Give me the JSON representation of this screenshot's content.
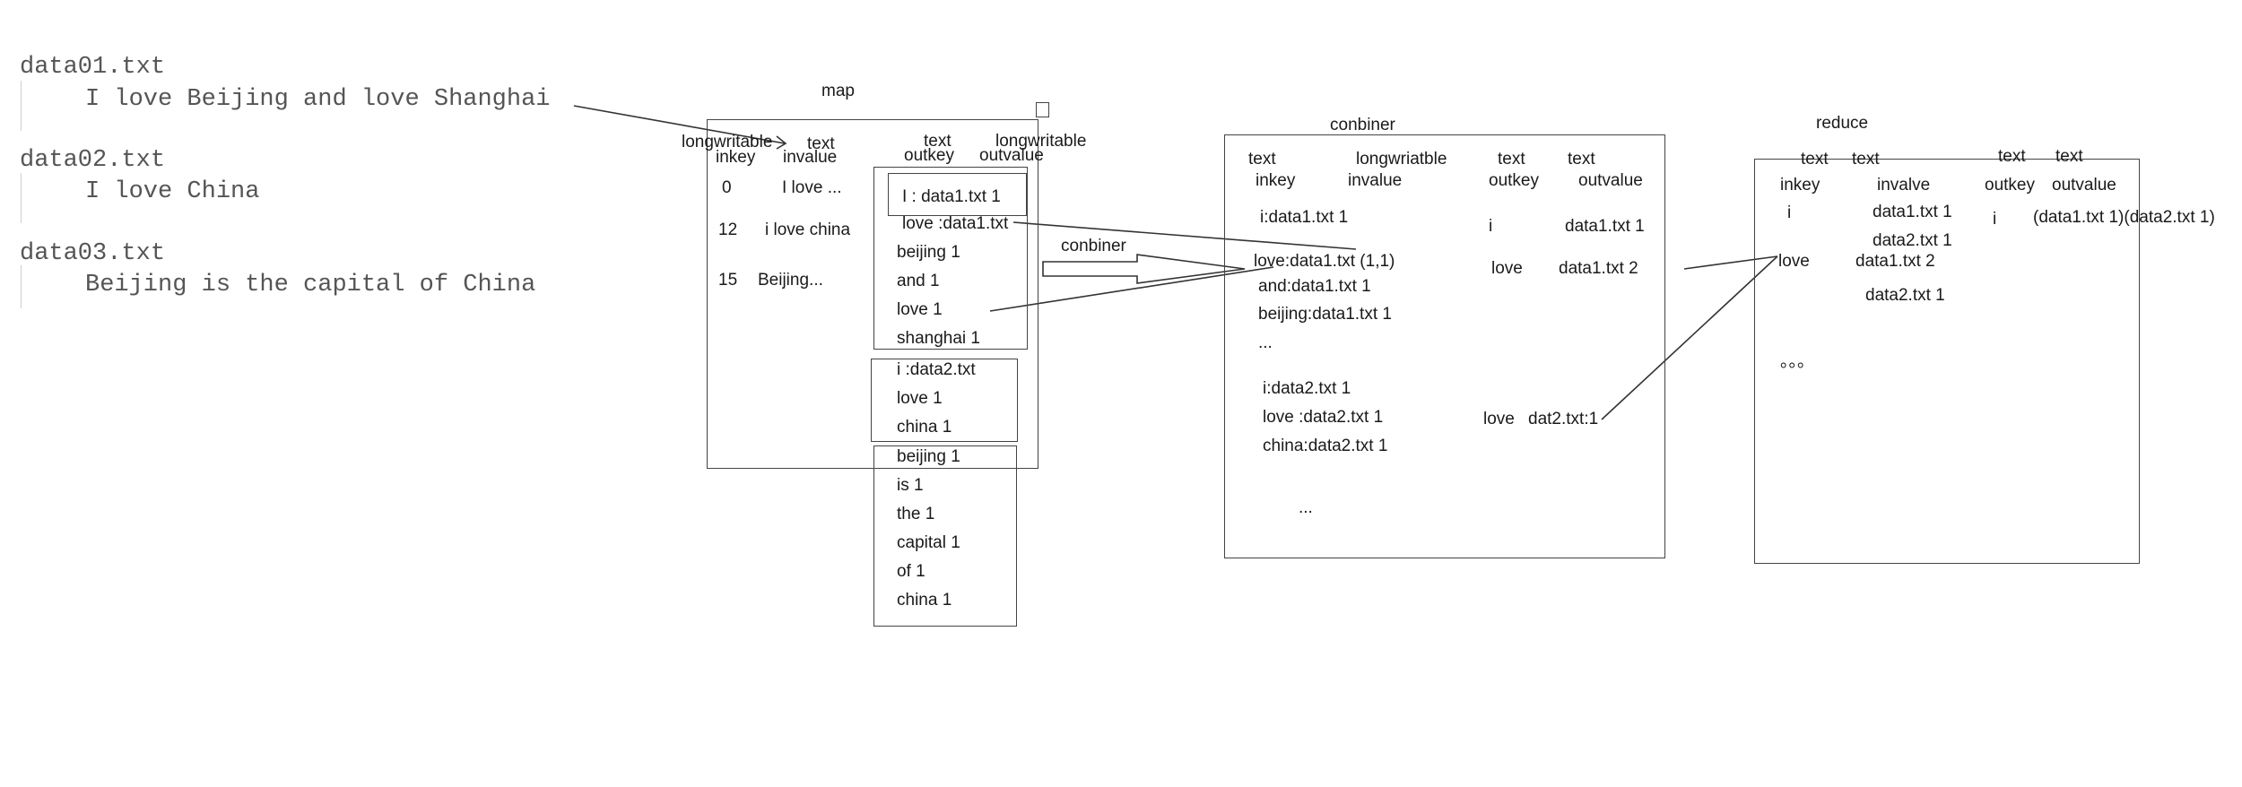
{
  "files": [
    {
      "name": "data01.txt",
      "content": "I love Beijing and love Shanghai"
    },
    {
      "name": "data02.txt",
      "content": "I love China"
    },
    {
      "name": "data03.txt",
      "content": "Beijing is the capital of China"
    }
  ],
  "map": {
    "title": "map",
    "header": {
      "t1": "longwritable",
      "t2": "text",
      "t3": "text",
      "t4": "longwritable",
      "inkey": "inkey",
      "invalue": "invalue",
      "outkey": "outkey",
      "outvalue": "outvalue"
    },
    "input_rows": [
      {
        "key": "0",
        "value": "I love ..."
      },
      {
        "key": "12",
        "value": "i love china"
      },
      {
        "key": "15",
        "value": "Beijing..."
      }
    ],
    "group1": [
      "I : data1.txt 1",
      "love :data1.txt",
      "beijing 1",
      "and 1",
      "love 1",
      "shanghai 1"
    ],
    "group2": [
      "i :data2.txt",
      "love 1",
      "china 1"
    ],
    "group3": [
      "beijing 1",
      "is 1",
      "the 1",
      "capital 1",
      "of 1",
      "china 1"
    ],
    "arrow_label": "conbiner"
  },
  "combiner": {
    "title": "conbiner",
    "header": {
      "t1": "text",
      "t2": "longwriatble",
      "t3": "text",
      "t4": "text",
      "inkey": "inkey",
      "invalue": "invalue",
      "outkey": "outkey",
      "outvalue": "outvalue"
    },
    "left": [
      "i:data1.txt 1",
      "love:data1.txt (1,1)",
      "and:data1.txt 1",
      "beijing:data1.txt 1",
      "...",
      "i:data2.txt 1",
      "love :data2.txt 1",
      "china:data2.txt 1",
      "..."
    ],
    "right": [
      {
        "key": "i",
        "value": "data1.txt 1"
      },
      {
        "key": "love",
        "value": "data1.txt 2"
      },
      {
        "key": "love",
        "value": "dat2.txt:1"
      }
    ]
  },
  "reduce": {
    "title": "reduce",
    "header": {
      "t1": "text",
      "t2": "text",
      "t3": "text",
      "t4": "text",
      "inkey": "inkey",
      "invalue": "invalve",
      "outkey": "outkey",
      "outvalue": "outvalue"
    },
    "rows": [
      {
        "key": "i",
        "values": [
          "data1.txt 1",
          "data2.txt 1"
        ]
      },
      {
        "key": "love",
        "values": [
          "data1.txt 2",
          "data2.txt 1"
        ]
      }
    ],
    "out_key": "i",
    "out_value": "(data1.txt 1)(data2.txt 1)",
    "ellipsis": "。。。"
  }
}
